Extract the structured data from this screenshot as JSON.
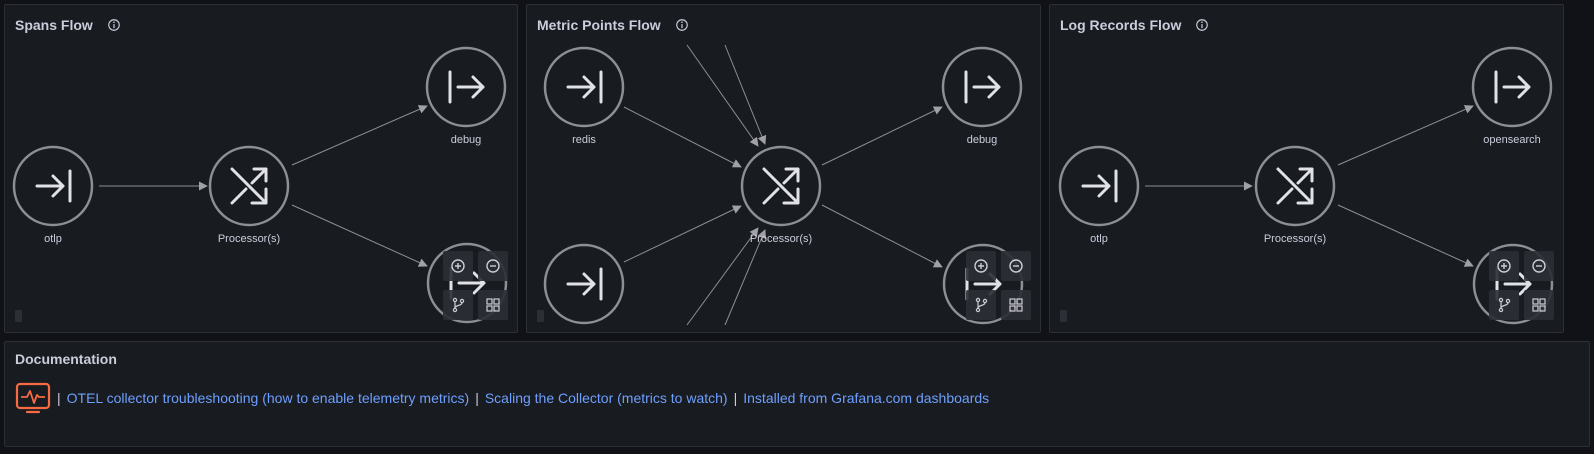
{
  "panels": {
    "spans": {
      "title": "Spans Flow",
      "nodes": {
        "receiver": "otlp",
        "processor": "Processor(s)",
        "exporter_top": "debug"
      }
    },
    "metrics": {
      "title": "Metric Points Flow",
      "nodes": {
        "receiver_top": "redis",
        "processor": "Processor(s)",
        "exporter_top": "debug"
      }
    },
    "logs": {
      "title": "Log Records Flow",
      "nodes": {
        "receiver": "otlp",
        "processor": "Processor(s)",
        "exporter_top": "opensearch"
      }
    }
  },
  "documentation": {
    "title": "Documentation",
    "links": [
      "OTEL collector troubleshooting (how to enable telemetry metrics)",
      "Scaling the Collector (metrics to watch)",
      "Installed from Grafana.com dashboards"
    ],
    "separator": "|"
  },
  "icons": {
    "info": "info-icon",
    "receiver": "arrow-into-bar-icon",
    "processor": "shuffle-icon",
    "exporter": "arrow-out-of-bar-icon",
    "zoom_in": "zoom-in-icon",
    "zoom_out": "zoom-out-icon",
    "layout": "layout-branch-icon",
    "grid": "grid-icon",
    "doc": "heart-monitor-icon"
  },
  "colors": {
    "accent_link": "#6e9fff",
    "doc_icon": "#f46b44"
  }
}
